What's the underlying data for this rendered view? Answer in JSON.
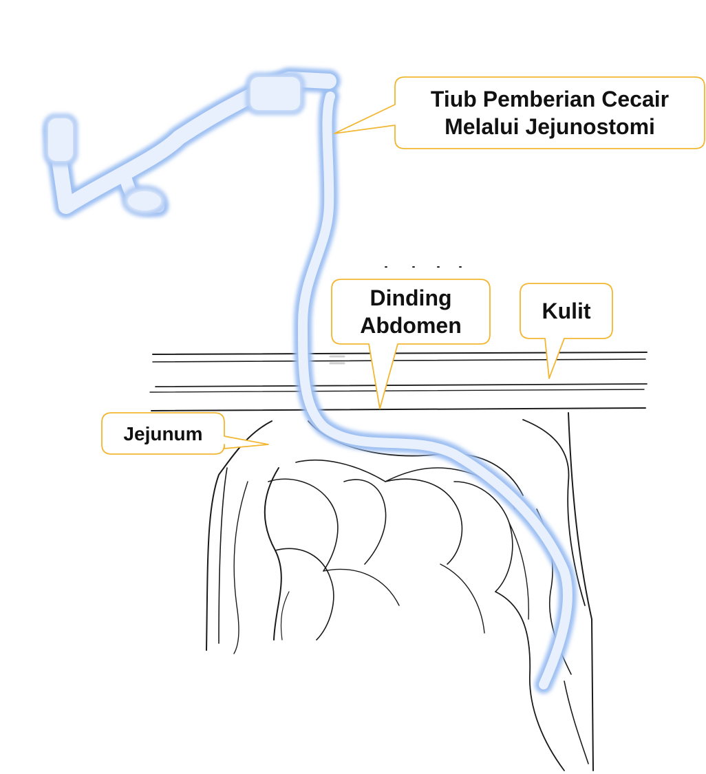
{
  "labels": {
    "tube": {
      "line1": "Tiub Pemberian Cecair",
      "line2": "Melalui Jejunostomi"
    },
    "abdominal_wall": {
      "line1": "Dinding",
      "line2": "Abdomen"
    },
    "skin": "Kulit",
    "jejunum": "Jejunum"
  },
  "colors": {
    "callout_border": "#f2b630",
    "callout_fill": "#ffffff",
    "tube_glow": "#9dbff2",
    "tube_core": "#e8f0fd",
    "line_art": "#1a1a1a"
  }
}
